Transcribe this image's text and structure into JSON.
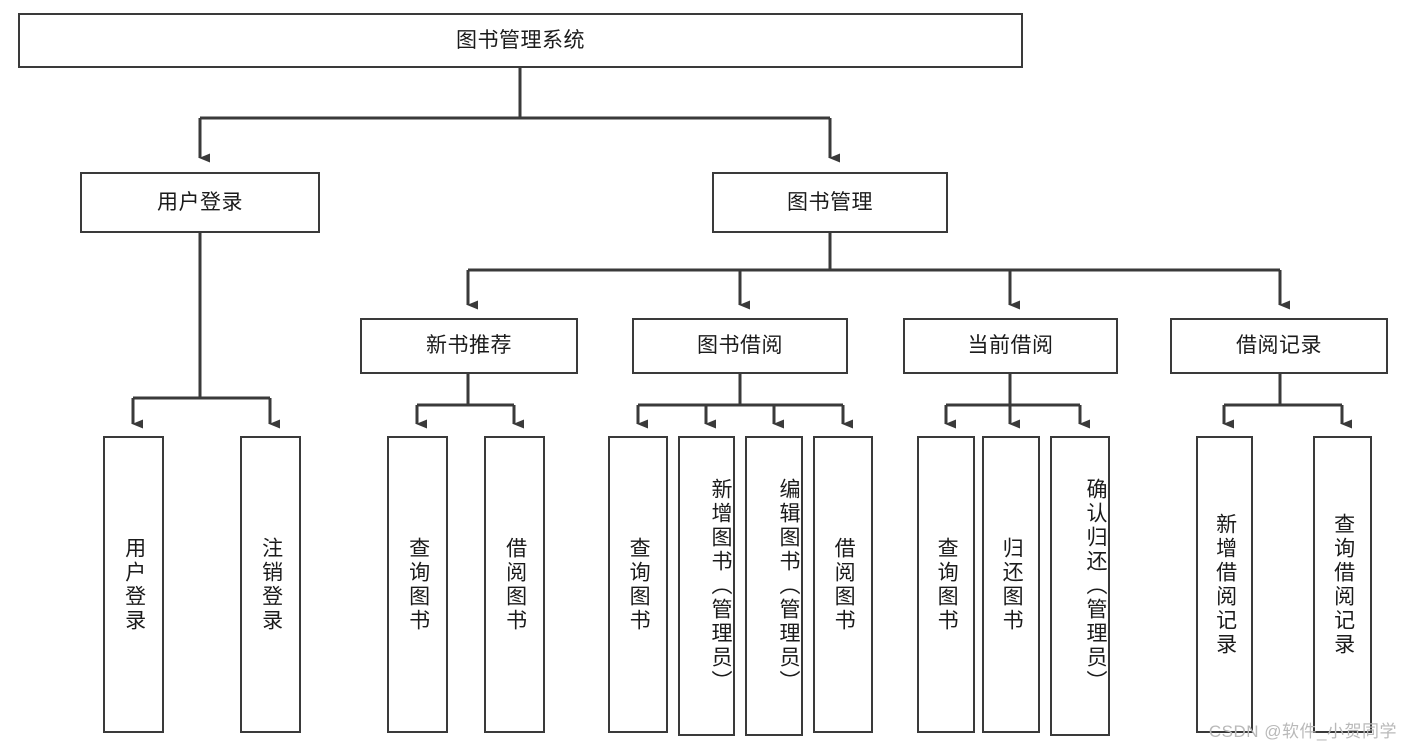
{
  "diagram": {
    "title": "图书管理系统",
    "watermark": "CSDN @软件_小贺同学",
    "line_color": "#3a3a3a",
    "box_border_color": "#3a3a3a",
    "box_fill_color": "#ffffff",
    "text_color": "#1b1b1b",
    "watermark_color": "#b9b9b9"
  },
  "nodes": {
    "root": {
      "label": "图书管理系统"
    },
    "level2": [
      {
        "label": "用户登录"
      },
      {
        "label": "图书管理"
      }
    ],
    "level3": [
      {
        "label": "新书推荐"
      },
      {
        "label": "图书借阅"
      },
      {
        "label": "当前借阅"
      },
      {
        "label": "借阅记录"
      }
    ],
    "leaves": {
      "user_login": [
        {
          "label": "用户登录"
        },
        {
          "label": "注销登录"
        }
      ],
      "new_book_recommend": [
        {
          "label": "查询图书"
        },
        {
          "label": "借阅图书"
        }
      ],
      "book_borrow": [
        {
          "label": "查询图书"
        },
        {
          "label": "新增图书（管理员）"
        },
        {
          "label": "编辑图书（管理员）"
        },
        {
          "label": "借阅图书"
        }
      ],
      "current_borrow": [
        {
          "label": "查询图书"
        },
        {
          "label": "归还图书"
        },
        {
          "label": "确认归还（管理员）"
        }
      ],
      "borrow_record": [
        {
          "label": "新增借阅记录"
        },
        {
          "label": "查询借阅记录"
        }
      ]
    }
  }
}
